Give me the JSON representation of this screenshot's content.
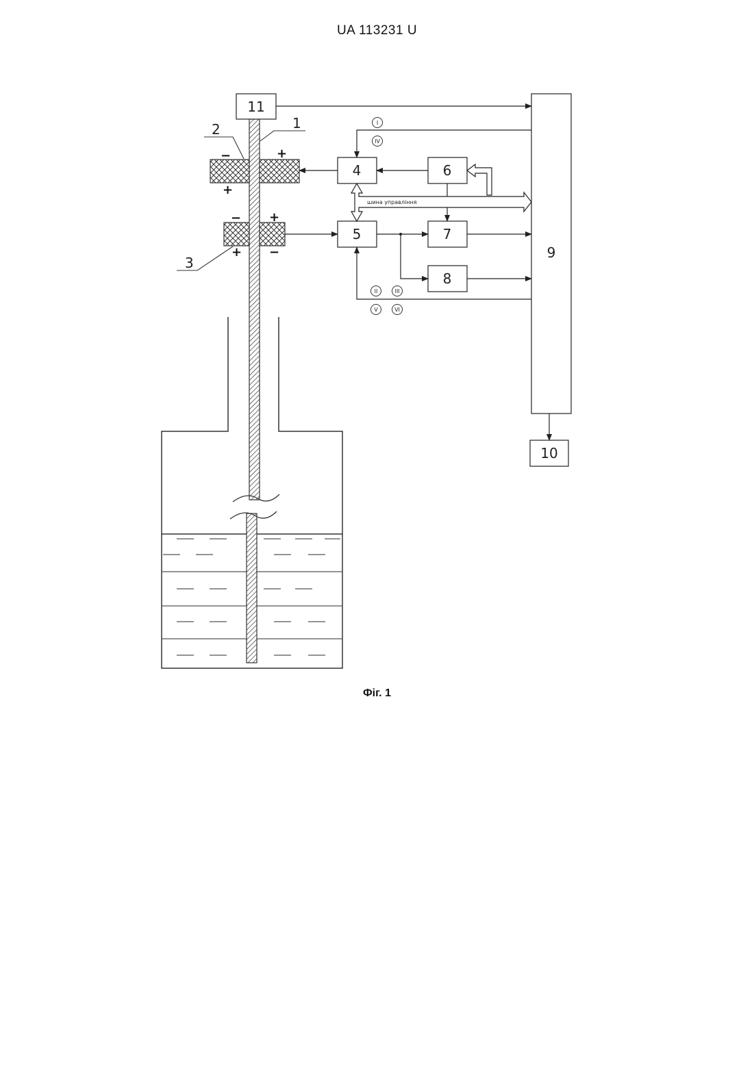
{
  "document": {
    "header": "UA   113231   U",
    "caption": "Фіг. 1"
  },
  "diagram": {
    "blocks": {
      "b4": "4",
      "b5": "5",
      "b6": "6",
      "b7": "7",
      "b8": "8",
      "b9": "9",
      "b10": "10",
      "b11": "11"
    },
    "callouts": {
      "c1": "1",
      "c2": "2",
      "c3": "3"
    },
    "signs": {
      "minus": "−",
      "plus": "+"
    },
    "bus_label": "шина управління",
    "roman": {
      "r1": "I",
      "r2": "II",
      "r3": "III",
      "r4": "IV",
      "r5": "V",
      "r6": "VI"
    }
  }
}
